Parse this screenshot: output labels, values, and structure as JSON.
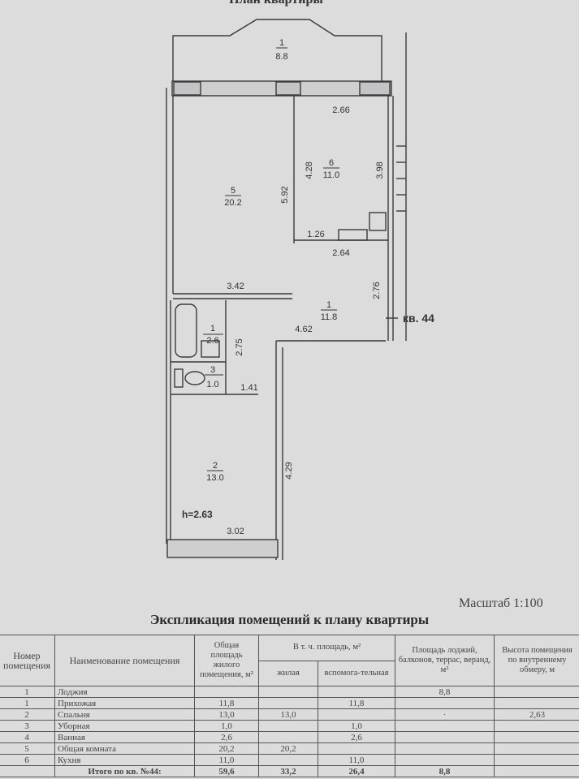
{
  "title": "План квартиры",
  "apartment_label": "кв. 44",
  "ceiling_height": "h=2.63",
  "scale": "Масштаб 1:100",
  "rooms": [
    {
      "num": "1",
      "area": "8.8"
    },
    {
      "num": "5",
      "area": "20.2"
    },
    {
      "num": "6",
      "area": "11.0"
    },
    {
      "num": "1",
      "area": "11.8"
    },
    {
      "num": "1",
      "area": "2.6"
    },
    {
      "num": "3",
      "area": "1.0"
    },
    {
      "num": "2",
      "area": "13.0"
    }
  ],
  "dimensions": [
    "2.66",
    "4.28",
    "5.92",
    "3.98",
    "1.26",
    "2.64",
    "3.42",
    "2.76",
    "4.62",
    "2.75",
    "1.41",
    "4.29",
    "3.02"
  ],
  "explication": {
    "title": "Экспликация помещений к плану квартиры",
    "headers": {
      "num": "Номер помещения",
      "name": "Наименование помещения",
      "total": "Общая площадь жилого помещения, м²",
      "incl": "В т. ч. площадь, м²",
      "living": "жилая",
      "aux": "вспомога-тельная",
      "loggia": "Площадь лоджий, балконов, террас, веранд, м²",
      "height": "Высота помещения по внутреннему обмеру, м"
    },
    "rows": [
      [
        "1",
        "Лоджия",
        "",
        "",
        "",
        "8,8",
        ""
      ],
      [
        "1",
        "Прихожая",
        "11,8",
        "",
        "11,8",
        "",
        ""
      ],
      [
        "2",
        "Спальня",
        "13,0",
        "13,0",
        "",
        "·",
        "2,63"
      ],
      [
        "3",
        "Уборная",
        "1,0",
        "",
        "1,0",
        "",
        ""
      ],
      [
        "4",
        "Ванная",
        "2,6",
        "",
        "2,6",
        "",
        ""
      ],
      [
        "5",
        "Общая комната",
        "20,2",
        "20,2",
        "",
        "",
        ""
      ],
      [
        "6",
        "Кухня",
        "11,0",
        "",
        "11,0",
        "",
        ""
      ]
    ],
    "total": [
      "",
      "Итого по кв. №44:",
      "59,6",
      "33,2",
      "26,4",
      "8,8",
      ""
    ]
  }
}
